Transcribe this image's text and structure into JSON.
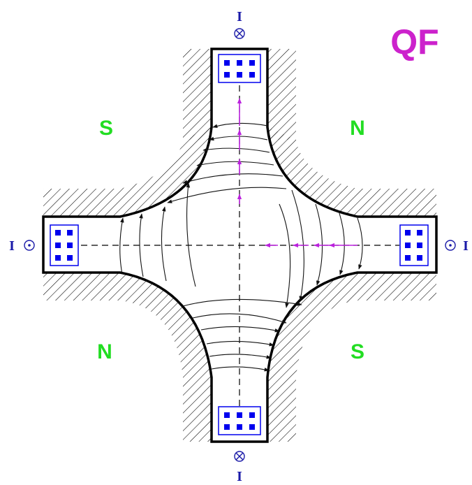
{
  "title": "QF",
  "poles": {
    "top_left": "S",
    "top_right": "N",
    "bottom_left": "N",
    "bottom_right": "S"
  },
  "current": {
    "top": "I",
    "bottom": "I",
    "left": "I",
    "right": "I"
  },
  "current_direction": {
    "top": "into-page",
    "bottom": "into-page",
    "left": "out-of-page",
    "right": "out-of-page"
  },
  "colors": {
    "title": "#cc22cc",
    "pole_label": "#22dd22",
    "coil": "#0000ee",
    "current_label": "#1a1aa8",
    "force_arrow": "#bb22dd",
    "field_line": "#111111",
    "outline": "#000000"
  },
  "icons": {
    "into_page": "circle-cross-icon",
    "out_of_page": "circle-dot-icon",
    "force": "force-arrow-icon",
    "coil": "coil-winding-icon"
  }
}
